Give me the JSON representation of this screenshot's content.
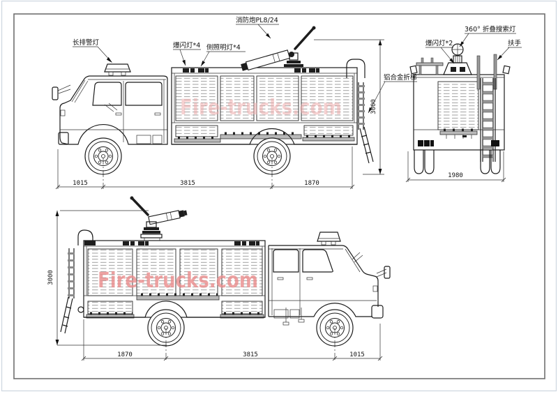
{
  "watermark": {
    "text": "Fire-trucks.com",
    "color_top": "#f0acac",
    "color_bottom": "#ea8c8c"
  },
  "labels": {
    "light_bar": "长排警灯",
    "strobe_x4": "爆闪灯*4",
    "side_lamp_x4": "侧照明灯*4",
    "monitor": "消防炮PL8/24",
    "folding_ladder": "铝合金折梯",
    "search_light": "360° 折叠搜索灯",
    "strobe_x2": "爆闪灯*2",
    "handrail": "扶手"
  },
  "dims": {
    "top": {
      "front_overhang": "1015",
      "wheelbase": "3815",
      "rear_overhang": "1870",
      "height": "3000"
    },
    "rear": {
      "width": "1980"
    },
    "bottom": {
      "rear_overhang": "1870",
      "wheelbase": "3815",
      "front_overhang": "1015",
      "height": "3000"
    }
  }
}
